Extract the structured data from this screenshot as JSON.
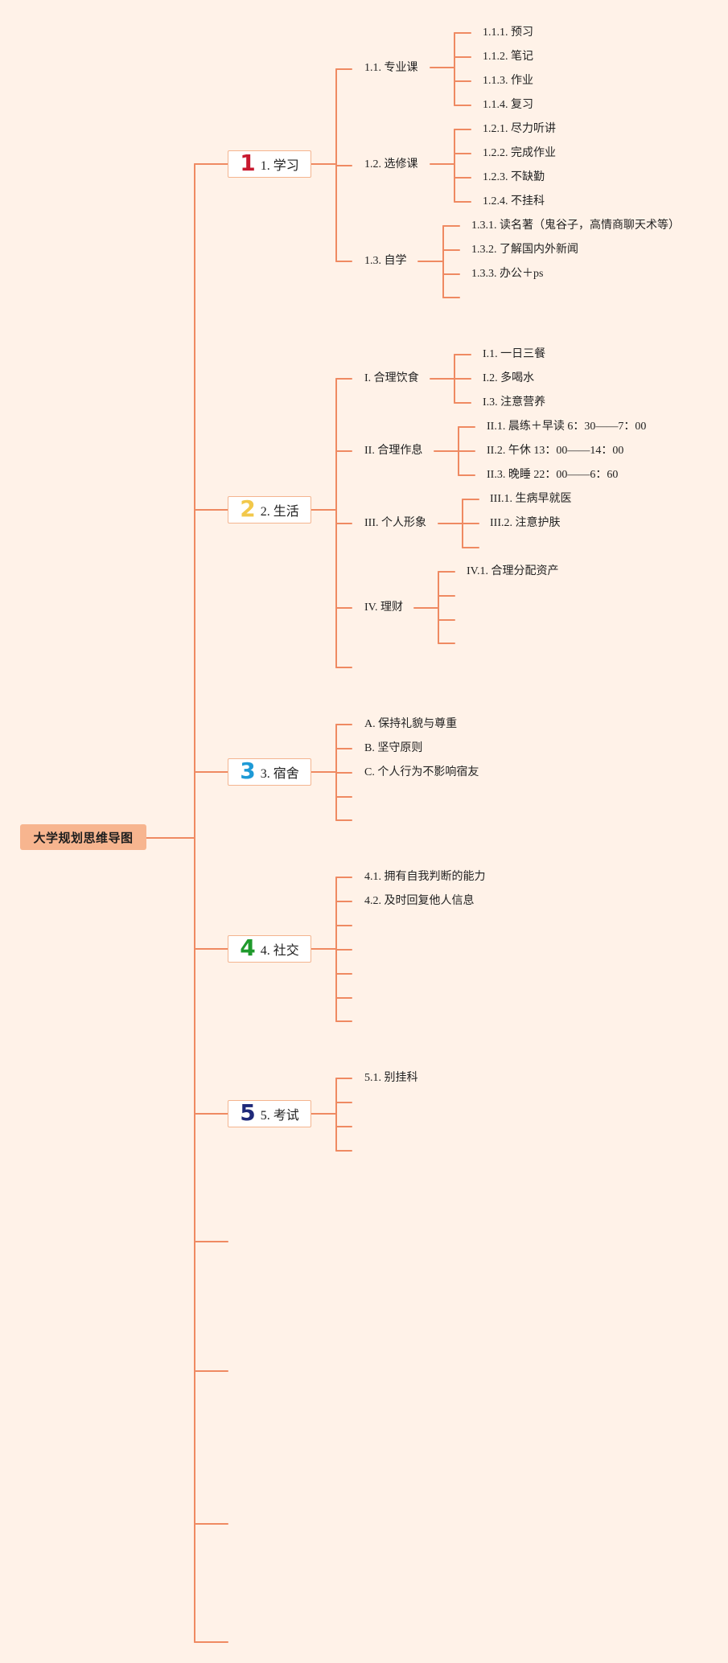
{
  "root": {
    "label": "大学规划思维导图"
  },
  "branches": [
    {
      "key": "study",
      "icon_label": "1",
      "icon_color": "#c8192f",
      "label": "1. 学习",
      "children": [
        {
          "label": "1.1. 专业课",
          "children": [
            "1.1.1. 预习",
            "1.1.2. 笔记",
            "1.1.3. 作业",
            "1.1.4. 复习"
          ]
        },
        {
          "label": "1.2. 选修课",
          "children": [
            "1.2.1. 尽力听讲",
            "1.2.2. 完成作业",
            "1.2.3. 不缺勤",
            "1.2.4. 不挂科"
          ]
        },
        {
          "label": "1.3. 自学",
          "children": [
            "1.3.1. 读名著（鬼谷子，高情商聊天术等）",
            "1.3.2. 了解国内外新闻",
            "1.3.3. 办公＋ps",
            ""
          ]
        }
      ]
    },
    {
      "key": "life",
      "icon_label": "2",
      "icon_color": "#f2c84b",
      "label": "2. 生活",
      "children": [
        {
          "label": "I. 合理饮食",
          "children": [
            "I.1. 一日三餐",
            "I.2. 多喝水",
            "I.3. 注意营养"
          ]
        },
        {
          "label": "II. 合理作息",
          "children": [
            "II.1. 晨练＋早读 6：30——7：00",
            "II.2. 午休 13：00——14：00",
            "II.3. 晚睡 22：00——6：60"
          ]
        },
        {
          "label": "III. 个人形象",
          "children": [
            "III.1. 生病早就医",
            "III.2. 注意护肤",
            ""
          ]
        },
        {
          "label": "IV. 理财",
          "children": [
            "IV.1. 合理分配资产",
            "",
            "",
            ""
          ]
        },
        {
          "label": "",
          "children": []
        }
      ]
    },
    {
      "key": "dorm",
      "icon_label": "3",
      "icon_color": "#1e9ad6",
      "label": "3. 宿舍",
      "children": [
        {
          "label": "A. 保持礼貌与尊重"
        },
        {
          "label": "B. 坚守原则"
        },
        {
          "label": "C. 个人行为不影响宿友"
        },
        {
          "label": ""
        },
        {
          "label": ""
        }
      ]
    },
    {
      "key": "social",
      "icon_label": "4",
      "icon_color": "#1f9a2c",
      "label": "4. 社交",
      "children": [
        {
          "label": "4.1. 拥有自我判断的能力"
        },
        {
          "label": "4.2. 及时回复他人信息"
        },
        {
          "label": ""
        },
        {
          "label": ""
        },
        {
          "label": ""
        },
        {
          "label": ""
        },
        {
          "label": ""
        }
      ]
    },
    {
      "key": "exam",
      "icon_label": "5",
      "icon_color": "#1f2a7a",
      "label": "5. 考试",
      "children": [
        {
          "label": "5.1. 别挂科"
        },
        {
          "label": ""
        },
        {
          "label": ""
        },
        {
          "label": ""
        }
      ]
    },
    {
      "key": "empty-1",
      "label": ""
    },
    {
      "key": "empty-2",
      "label": ""
    },
    {
      "key": "empty-3",
      "label": ""
    },
    {
      "key": "empty-4",
      "label": ""
    }
  ],
  "colors": {
    "background": "#fff2e8",
    "connector": "#ef8a62",
    "root_fill": "#f7b58f",
    "node_border": "#f4b48f"
  }
}
